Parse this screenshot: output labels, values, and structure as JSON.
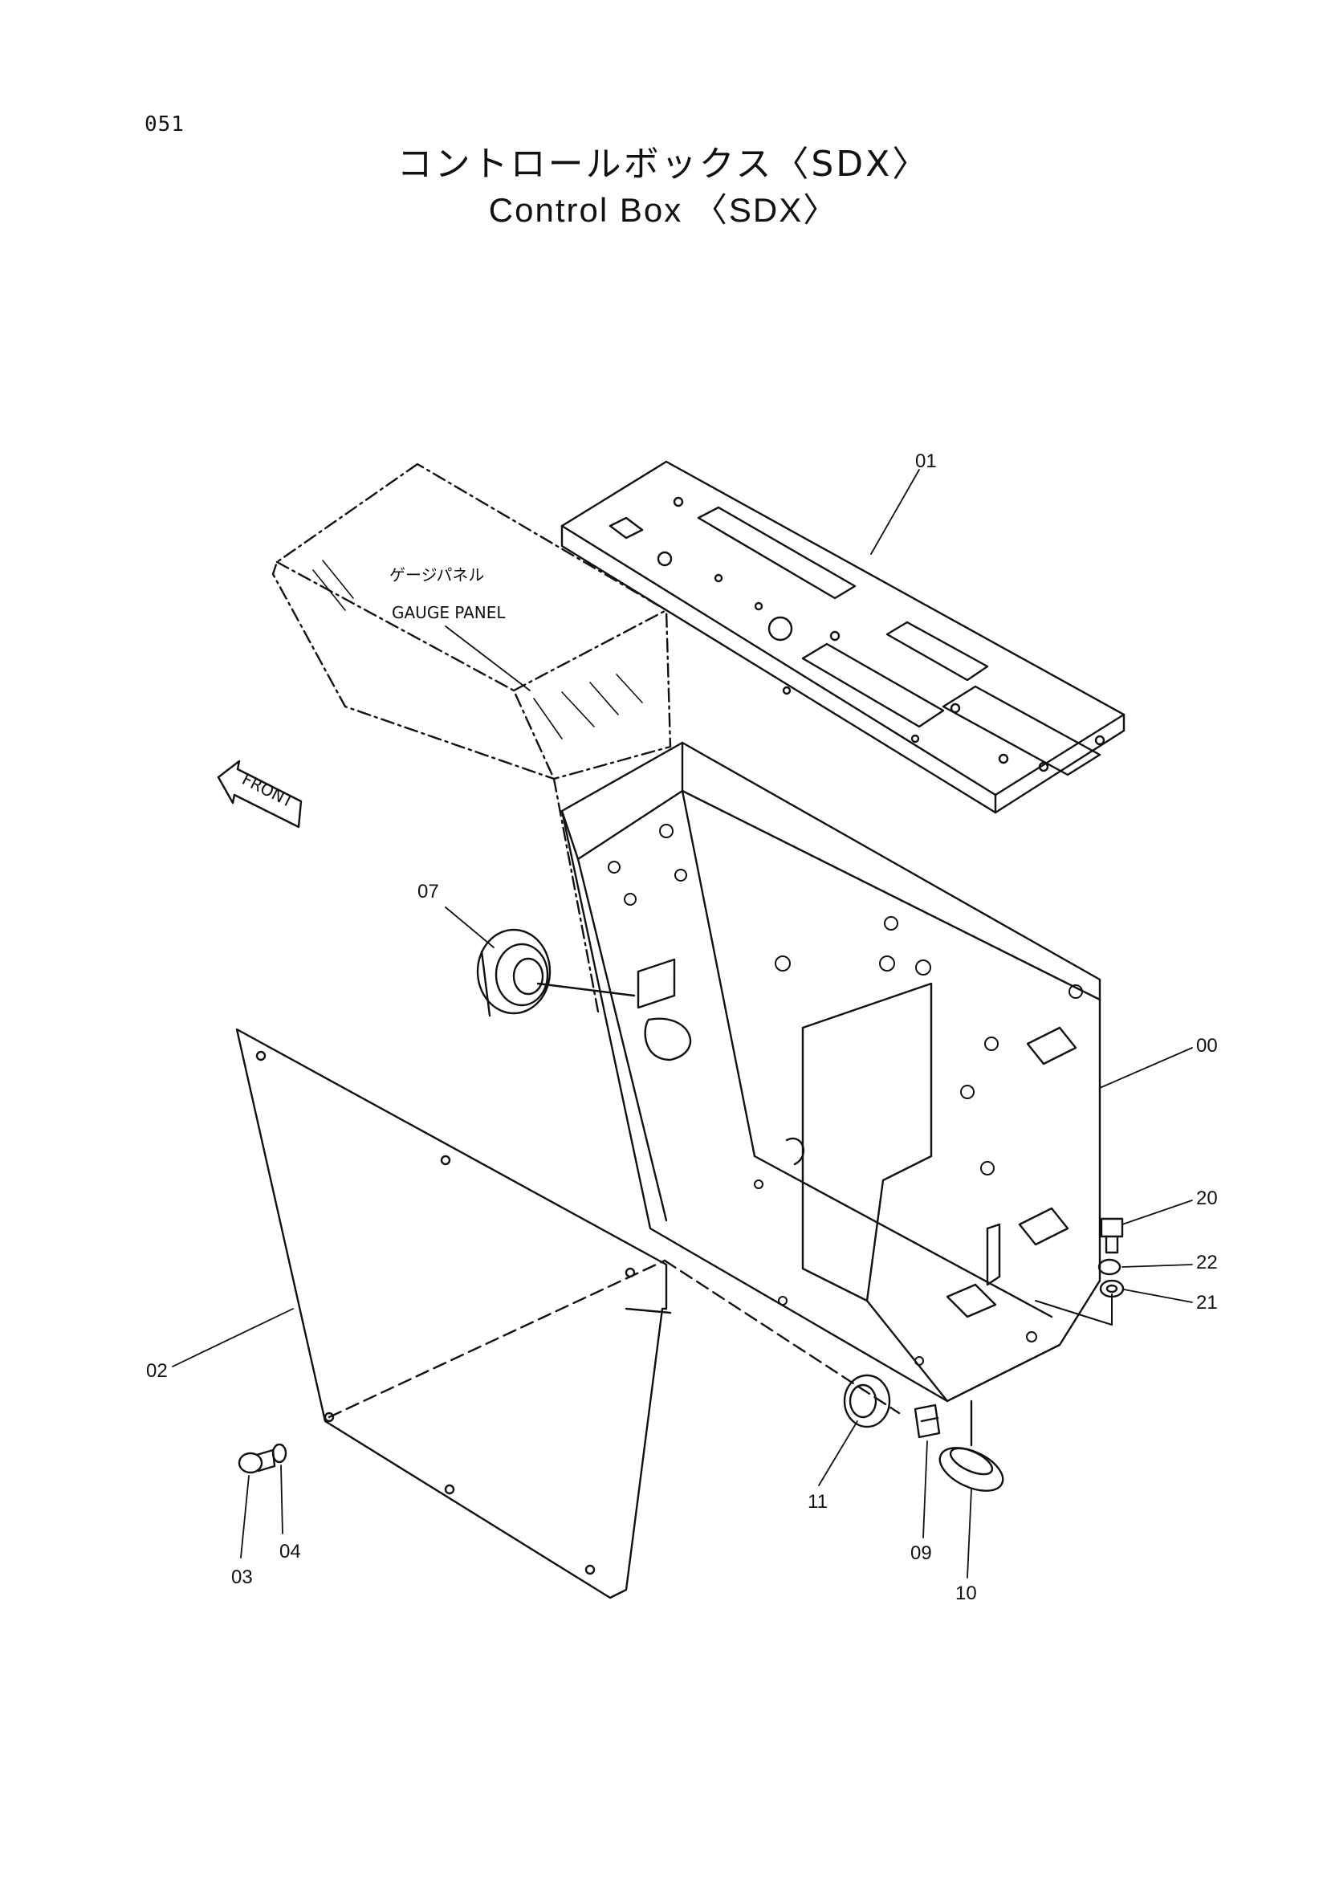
{
  "page": {
    "number": "051"
  },
  "title": {
    "japanese": "コントロールボックス〈SDX〉",
    "english": "Control Box 〈SDX〉"
  },
  "annotations": {
    "gauge_panel_jp": "ゲージパネル",
    "gauge_panel_en": "GAUGE PANEL",
    "front_arrow": "FRONT"
  },
  "callouts": [
    {
      "id": "00"
    },
    {
      "id": "01"
    },
    {
      "id": "02"
    },
    {
      "id": "03"
    },
    {
      "id": "04"
    },
    {
      "id": "07"
    },
    {
      "id": "09"
    },
    {
      "id": "10"
    },
    {
      "id": "11"
    },
    {
      "id": "20"
    },
    {
      "id": "21"
    },
    {
      "id": "22"
    }
  ]
}
